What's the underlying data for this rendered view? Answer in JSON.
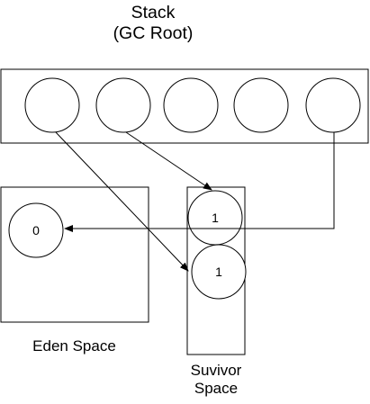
{
  "stack": {
    "title_line1": "Stack",
    "title_line2": "(GC Root)"
  },
  "eden": {
    "label": "Eden Space",
    "object_value": "0"
  },
  "survivor": {
    "label_line1": "Suvivor",
    "label_line2": "Space",
    "object1_value": "1",
    "object2_value": "1"
  }
}
